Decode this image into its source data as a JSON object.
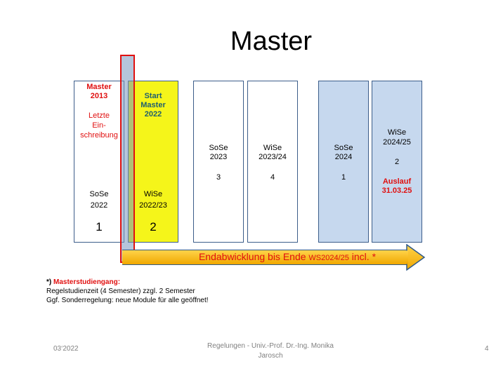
{
  "title": "Master",
  "boxes": [
    {
      "heading_line1": "Master",
      "heading_line2": "2013",
      "sub_line1": "Letzte",
      "sub_line2": "Ein-",
      "sub_line3": "schreibung",
      "semester_line1": "SoSe",
      "semester_line2": "2022",
      "number": "1"
    },
    {
      "heading_line1": "Start",
      "heading_line2": "Master",
      "heading_line3": "2022",
      "semester_line1": "WiSe",
      "semester_line2": "2022/23",
      "number": "2"
    },
    {
      "semester_line1": "SoSe",
      "semester_line2": "2023",
      "number": "3"
    },
    {
      "semester_line1": "WiSe",
      "semester_line2": "2023/24",
      "number": "4"
    },
    {
      "semester_line1": "SoSe",
      "semester_line2": "2024",
      "number": "1"
    },
    {
      "semester_line1": "WiSe",
      "semester_line2": "2024/25",
      "number": "2",
      "note_line1": "Auslauf",
      "note_line2": "31.03.25"
    }
  ],
  "arrow_label_main": "Endabwicklung bis Ende ",
  "arrow_label_small": "WS2024/25",
  "arrow_label_end": " incl. *",
  "footnote": {
    "marker": "*)",
    "heading": "Masterstudiengang:",
    "line1": "Regelstudienzeit (4 Semester) zzgl. 2 Semester",
    "line2": "Ggf. Sonderregelung: neue Module für alle geöffnet!"
  },
  "footer": {
    "date": "03‘2022",
    "center_line1": "Regelungen - Univ.-Prof. Dr.-Ing. Monika",
    "center_line2": "Jarosch",
    "page": "4"
  },
  "colors": {
    "accent_red": "#e01010",
    "yellow": "#f5f51a",
    "light_blue": "#c6d8ee",
    "arrow_orange": "#f0a800"
  }
}
